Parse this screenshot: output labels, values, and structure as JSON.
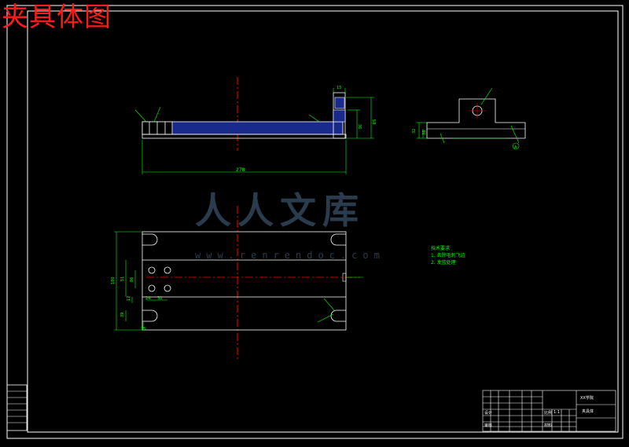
{
  "drawing_title": "夹具体图",
  "watermark": {
    "text": "人人文库",
    "url": "www.renrendoc.com"
  },
  "dimensions": {
    "length_total": "278",
    "height_right": "58",
    "thickness": "36",
    "slot": "15",
    "width_left": "180",
    "dim_51": "51",
    "dim_86": "86",
    "dim_12": "12",
    "dim_24": "24",
    "dim_30": "30",
    "dim_39": "39",
    "dim_15b": "15",
    "side_a": "32",
    "side_b": "38",
    "arrow_a": "A"
  },
  "technical_notes": {
    "heading": "技术要求",
    "line1": "1. 去除毛刺飞边",
    "line2": "2. 发蓝处理"
  },
  "title_block": {
    "part_name": "夹具体",
    "school": "XX学院",
    "label_design": "设计",
    "label_check": "审核",
    "label_scale": "比例",
    "label_material": "材料",
    "scale_value": "1:1"
  },
  "colors": {
    "outline": "#ffffff",
    "dimension": "#00ff00",
    "centerline": "#ff0000",
    "section": "#1a2a8c",
    "title": "#ff1a1a"
  }
}
